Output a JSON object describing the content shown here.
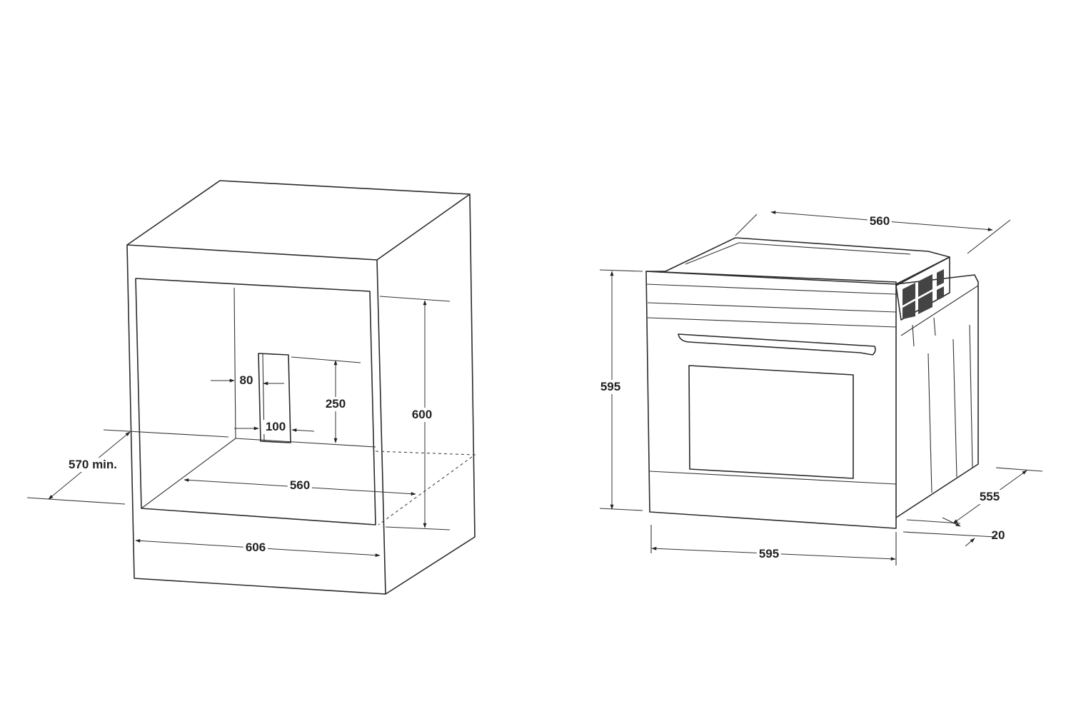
{
  "cabinet": {
    "labels": {
      "height": "600",
      "slot_height": "250",
      "slot_offset": "80",
      "slot_width": "100",
      "inner_width": "560",
      "outer_width": "606",
      "depth": "570 min."
    }
  },
  "oven": {
    "labels": {
      "top_width": "560",
      "height": "595",
      "width": "595",
      "depth": "555",
      "front_thickness": "20"
    }
  }
}
